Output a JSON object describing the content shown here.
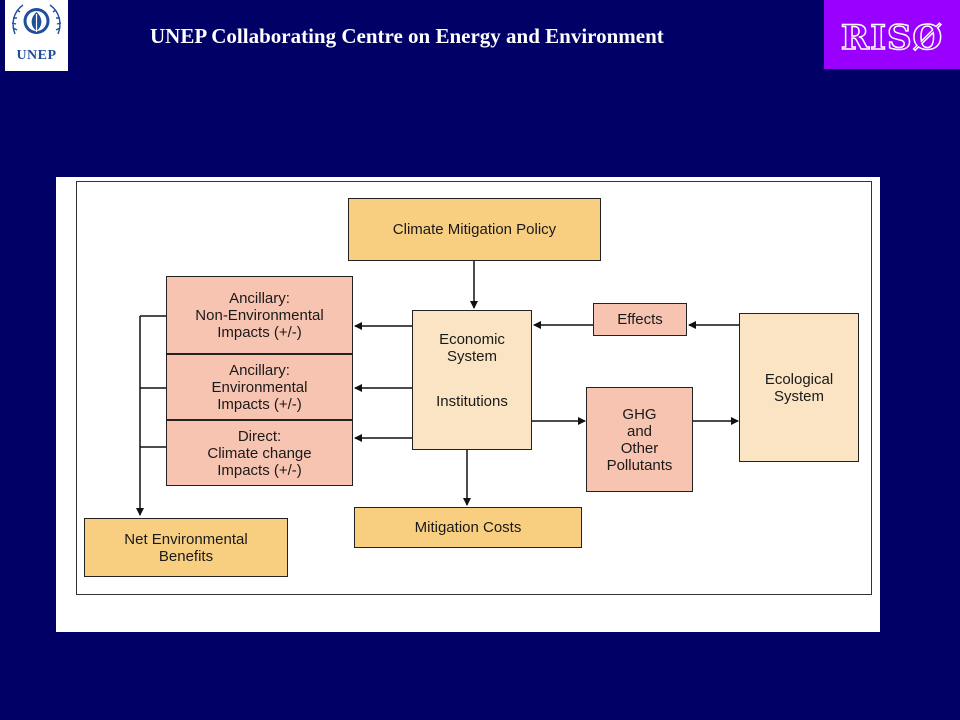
{
  "header": {
    "title": "UNEP Collaborating Centre on Energy and Environment",
    "unep_logo": {
      "text": "UNEP",
      "icon": "un-emblem-icon",
      "color": "#1d4f9c"
    },
    "riso_logo": {
      "text": "RISØ",
      "color": "#9900ff"
    }
  },
  "diagram": {
    "nodes": {
      "climate_mitigation_policy": "Climate Mitigation Policy",
      "ancillary_non_env": "Ancillary:\nNon-Environmental\nImpacts (+/-)",
      "ancillary_env": "Ancillary:\nEnvironmental\nImpacts (+/-)",
      "direct_climate": "Direct:\nClimate change\nImpacts (+/-)",
      "economic_system": "Economic\nSystem",
      "institutions": "Institutions",
      "effects": "Effects",
      "ecological_system": "Ecological\nSystem",
      "ghg_pollutants": "GHG\nand\nOther\nPollutants",
      "mitigation_costs": "Mitigation Costs",
      "net_env_benefits": "Net Environmental\nBenefits"
    },
    "colors": {
      "orange": "#f8cf80",
      "pink": "#f8c4b2",
      "cream": "#fbe4c3",
      "background": "#000066",
      "riso_purple": "#9900ff"
    }
  }
}
